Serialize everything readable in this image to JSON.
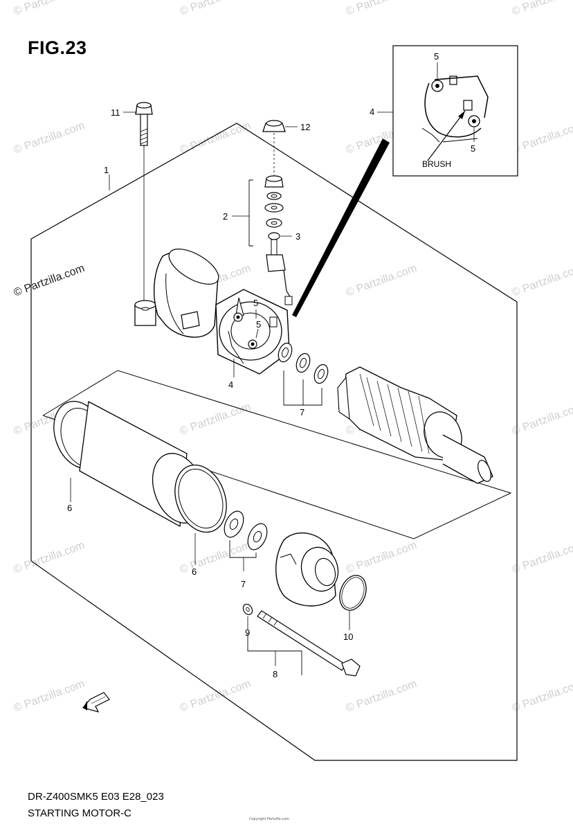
{
  "figure": {
    "title": "FIG.23",
    "model_code": "DR-Z400SMK5 E03 E28_023",
    "section_title": "STARTING MOTOR-C",
    "copyright": "Copyright Partzilla.com"
  },
  "watermark": {
    "text": "© Partzilla.com"
  },
  "inset": {
    "label": "BRUSH"
  },
  "callouts": [
    "1",
    "2",
    "3",
    "4",
    "4",
    "5",
    "5",
    "5",
    "5",
    "6",
    "6",
    "7",
    "7",
    "8",
    "9",
    "10",
    "11",
    "12"
  ]
}
